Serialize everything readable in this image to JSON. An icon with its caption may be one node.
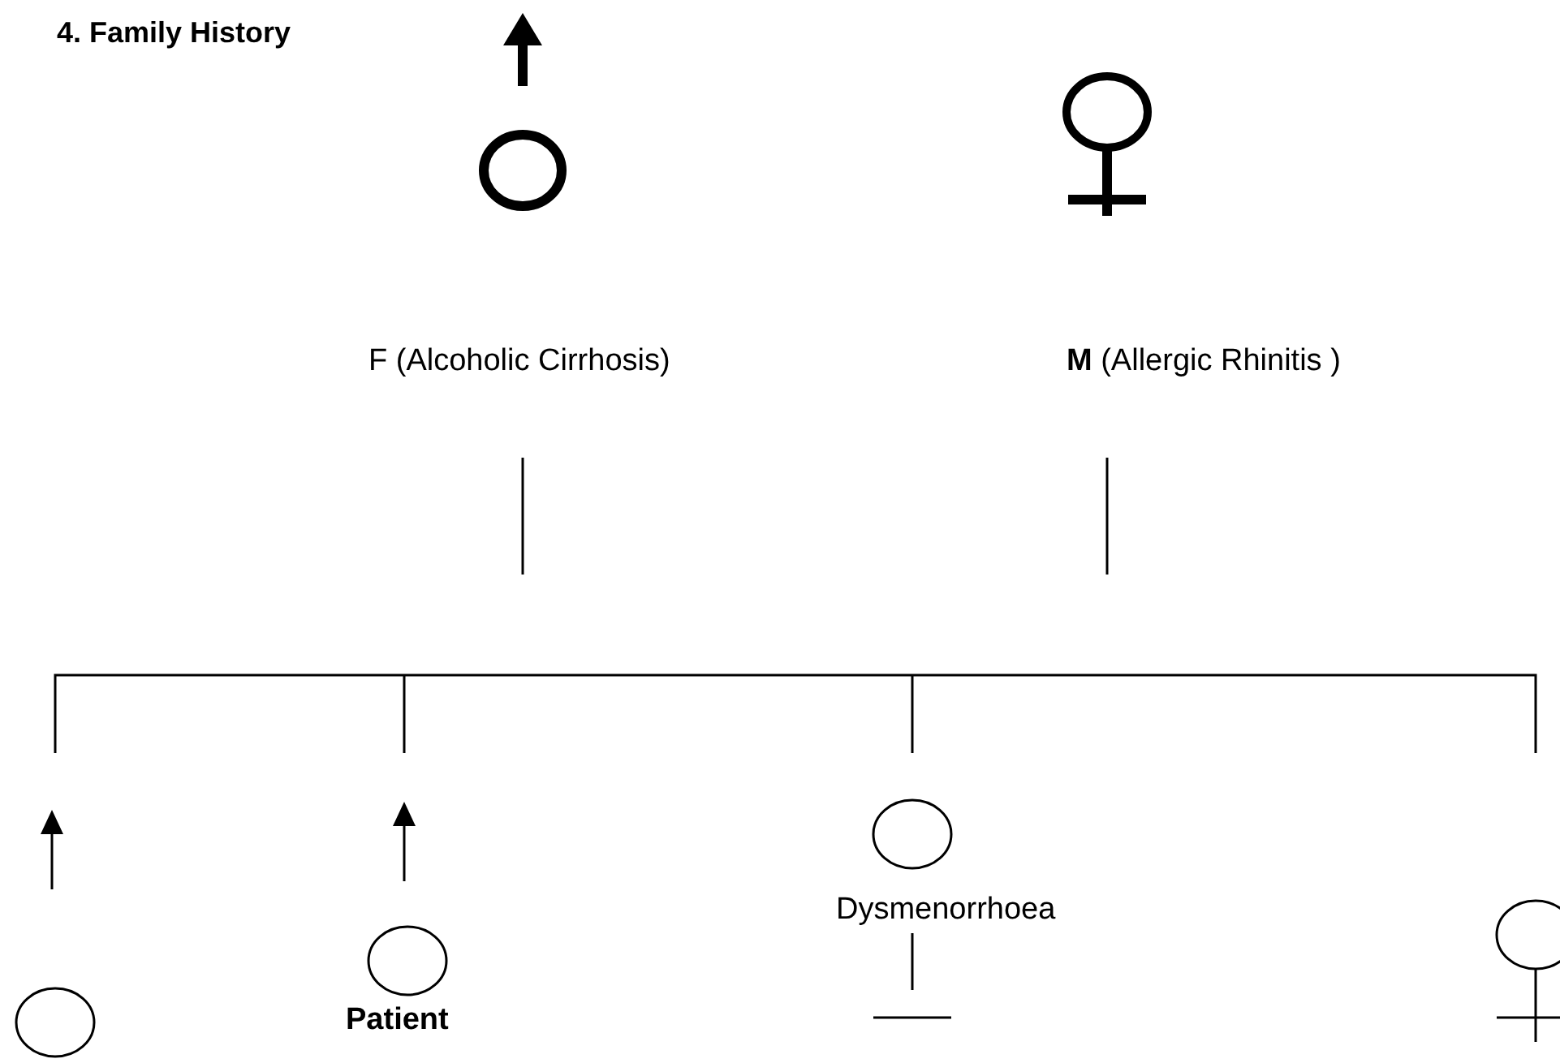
{
  "diagram": {
    "title": "4. Family History",
    "labels": [
      "F (Alcoholic Cirrhosis)",
      "**M** (Allergic Rhinitis )",
      "Dysmenorrhoea",
      "Patient"
    ]
  }
}
